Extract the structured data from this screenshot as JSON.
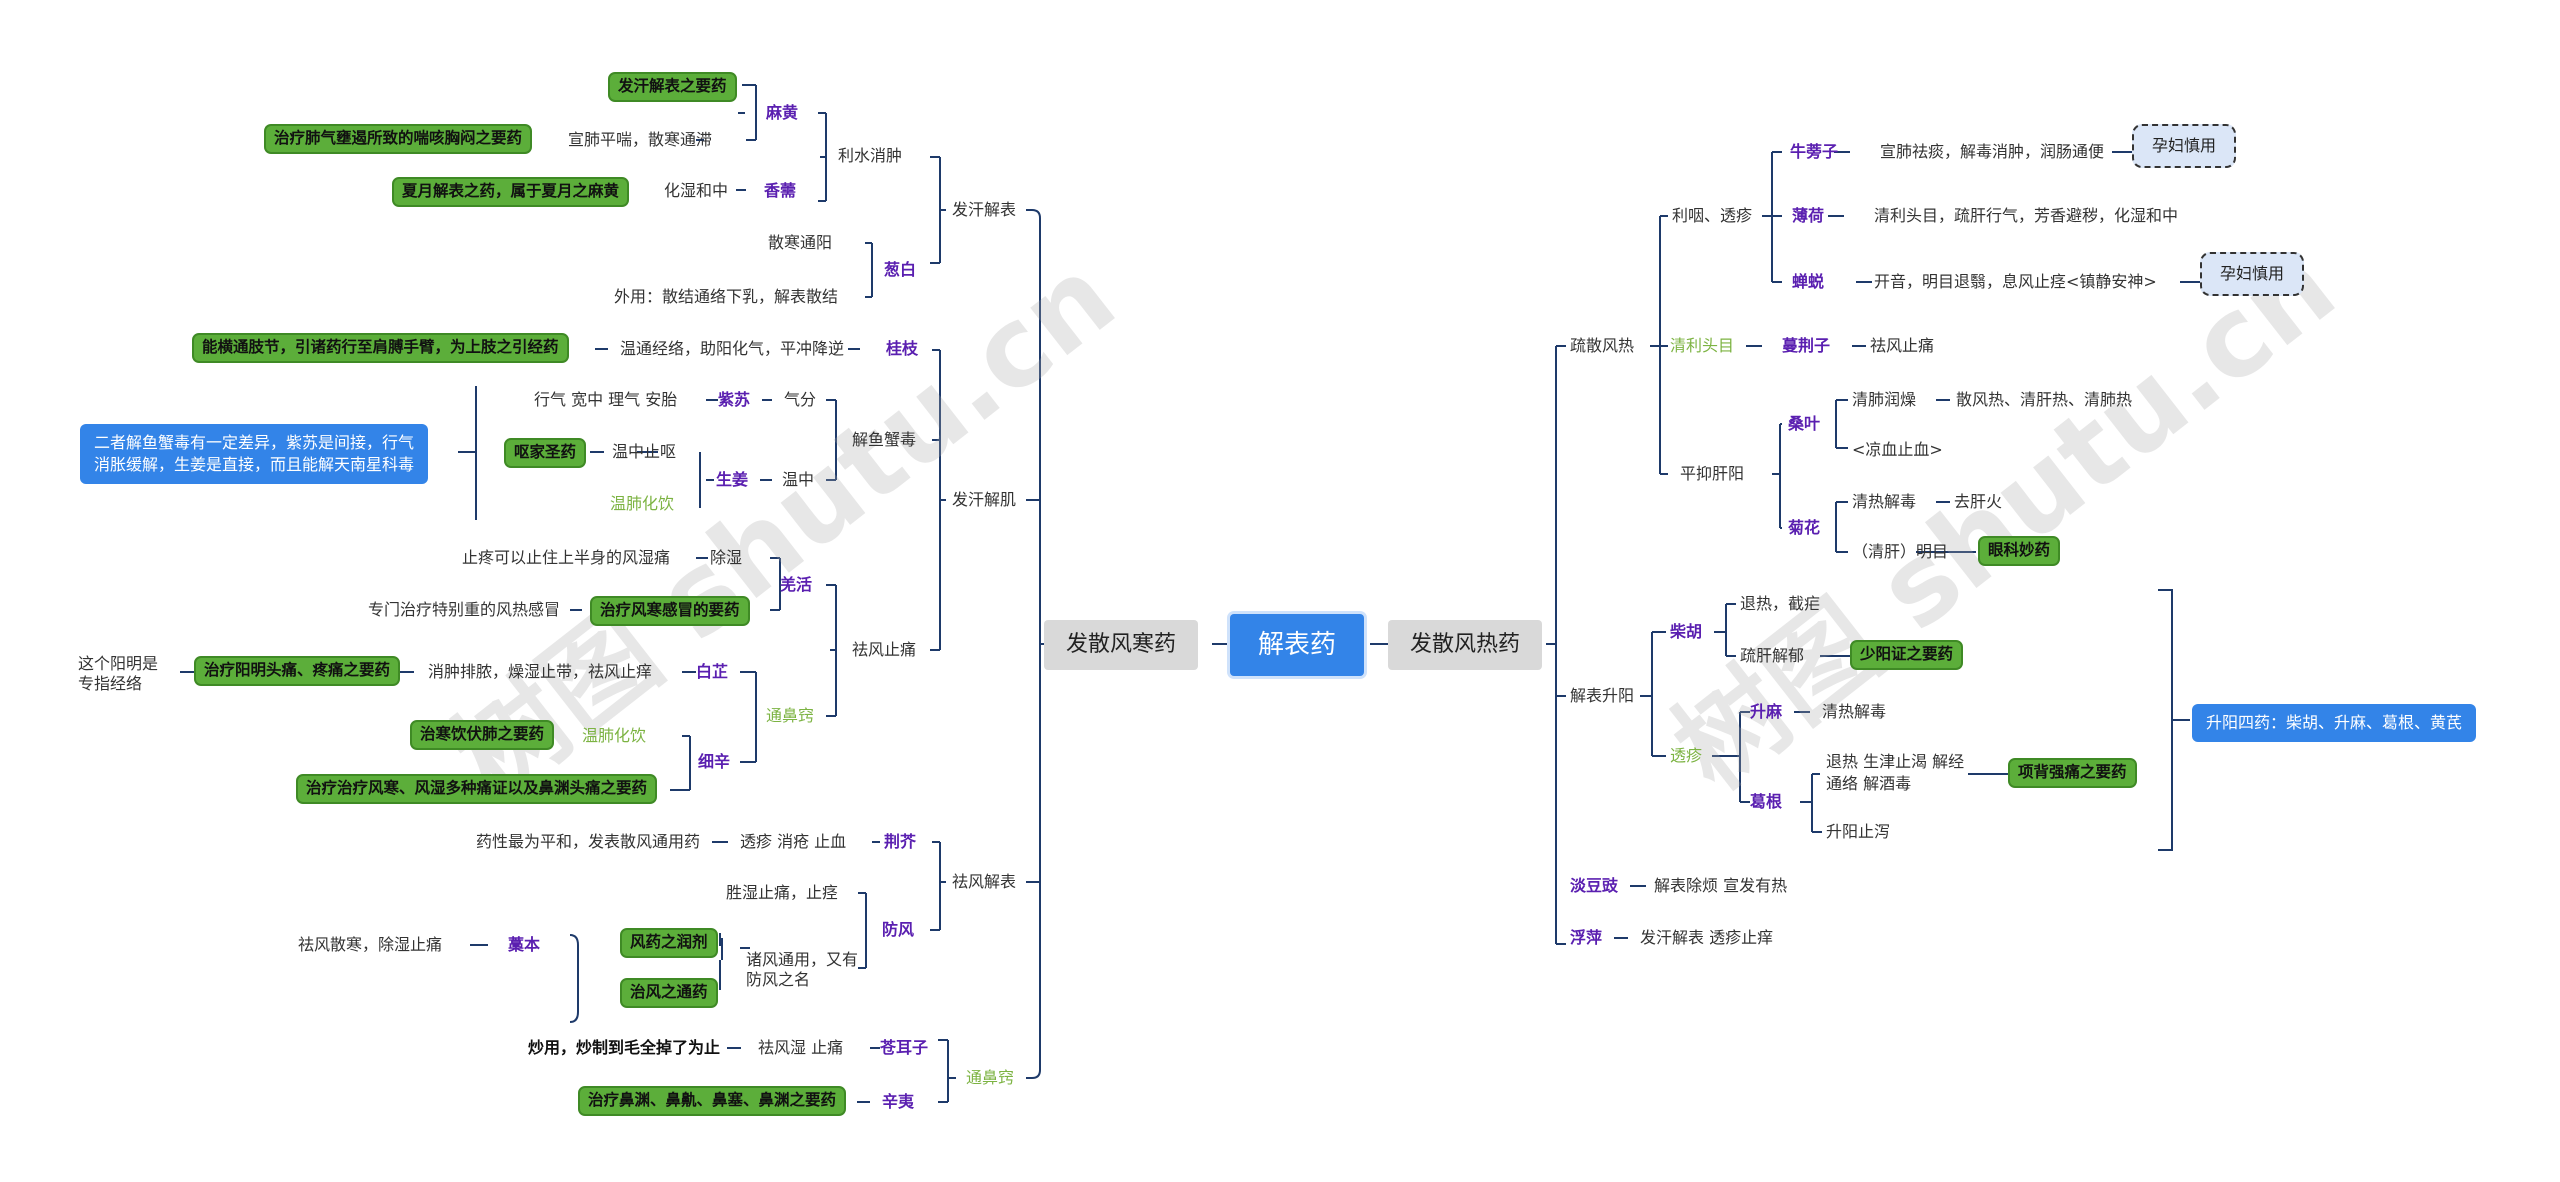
{
  "root": "解表药",
  "branches": {
    "left": "发散风寒药",
    "right": "发散风热药"
  },
  "left": {
    "fhjb": "发汗解表",
    "lsxz": "利水消肿",
    "mahuang": "麻黄",
    "mh_g1": "发汗解表之要药",
    "mh_g2": "治疗肺气壅遏所致的喘咳胸闷之要药",
    "mh_t2": "宣肺平喘，散寒通滞",
    "xiangru": "香薷",
    "xr_g": "夏月解表之药，属于夏月之麻黄",
    "xr_t": "化湿和中",
    "congbai": "葱白",
    "cb_t1": "散寒通阳",
    "cb_t2": "外用：散结通络下乳，解表散结",
    "fhjj": "发汗解肌",
    "guizhi": "桂枝",
    "gz_t": "温通经络，助阳化气，平冲降逆",
    "gz_g": "能横通肢节，引诸药行至肩膊手臂，为上肢之引经药",
    "jyxd": "解鱼蟹毒",
    "zisu": "紫苏",
    "zs_qf": "气分",
    "zs_t": "行气 宽中 理气 安胎",
    "info": "二者解鱼蟹毒有一定差异，紫苏是间接，行气消胀缓解，生姜是直接，而且能解天南星科毒",
    "shengjiang": "生姜",
    "sj_wz": "温中",
    "sj_t": "温中止呕",
    "sj_g": "呕家圣药",
    "sj_cat": "温肺化饮",
    "qfzt": "祛风止痛",
    "qianghuo": "羌活",
    "qh_t1": "除湿",
    "qh_t2": "止疼可以止住上半身的风湿痛",
    "qh_g": "治疗风寒感冒的要药",
    "qh_t3": "专门治疗特别重的风热感冒",
    "tbq": "通鼻窍",
    "baizhi": "白芷",
    "bz_t": "消肿排脓，燥湿止带，祛风止痒",
    "bz_g": "治疗阳明头痛、疼痛之要药",
    "bz_note": "这个阳明是专指经络",
    "xixin": "细辛",
    "xx_cat": "温肺化饮",
    "xx_g1": "治寒饮伏肺之要药",
    "xx_g2": "治疗治疗风寒、风湿多种痛证以及鼻渊头痛之要药",
    "qfjb": "祛风解表",
    "jingjie": "荆芥",
    "jj_t1": "透疹 消疮 止血",
    "jj_t2": "药性最为平和，发表散风通用药",
    "fangfeng": "防风",
    "ff_t1": "胜湿止痛，止痉",
    "ff_g1": "风药之润剂",
    "ff_g2": "治风之通药",
    "ff_t2": "诸风通用，又有防风之名",
    "gaoben": "藁本",
    "gb_t": "祛风散寒，除湿止痛",
    "tbq2": "通鼻窍",
    "cangerzi": "苍耳子",
    "cez_t": "祛风湿 止痛",
    "cez_t2": "炒用，炒制到毛全掉了为止",
    "xinyi": "辛夷",
    "xy_g": "治疗鼻渊、鼻鼽、鼻塞、鼻渊之要药"
  },
  "right": {
    "ssfr": "疏散风热",
    "lyt": "利咽、透疹",
    "niubangzi": "牛蒡子",
    "nbz_t": "宣肺祛痰，解毒消肿，润肠通便",
    "nbz_p": "孕妇慎用",
    "bohe": "薄荷",
    "bh_t": "清利头目，疏肝行气，芳香避秽，化湿和中",
    "chantui": "蝉蜕",
    "ct_t": "开音，明目退翳，息风止痉<镇静安神>",
    "ct_p": "孕妇慎用",
    "qltm": "清利头目",
    "manjingzi": "蔓荆子",
    "mjz_t": "祛风止痛",
    "pygy": "平抑肝阳",
    "sangye": "桑叶",
    "sy_t1": "清肺润燥",
    "sy_t2": "散风热、清肝热、清肺热",
    "sy_t3": "<凉血止血>",
    "juhua": "菊花",
    "jh_t1": "清热解毒",
    "jh_t2": "去肝火",
    "jh_t3": "（清肝）明目",
    "jh_g": "眼科妙药",
    "jbsy": "解表升阳",
    "chaihu": "柴胡",
    "chh_t1": "退热，截疟",
    "chh_t2": "疏肝解郁",
    "chh_g": "少阳证之要药",
    "touzhen": "透疹",
    "shengma": "升麻",
    "sm_t": "清热解毒",
    "gegen": "葛根",
    "gg_t1": "退热 生津止渴  解经",
    "gg_t1b": "通络 解酒毒",
    "gg_g": "项背强痛之要药",
    "gg_t2": "升阳止泻",
    "info": "升阳四药：柴胡、升麻、葛根、黄芪",
    "dandouchi": "淡豆豉",
    "ddc_t": "解表除烦 宣发有热",
    "fuping": "浮萍",
    "fp_t": "发汗解表 透疹止痒"
  },
  "watermark": "树图 shutu.cn",
  "colors": {
    "root": "#3384e8",
    "green": "#5cae3a",
    "herb": "#5a1fb0",
    "line": "#1e3a6a"
  }
}
